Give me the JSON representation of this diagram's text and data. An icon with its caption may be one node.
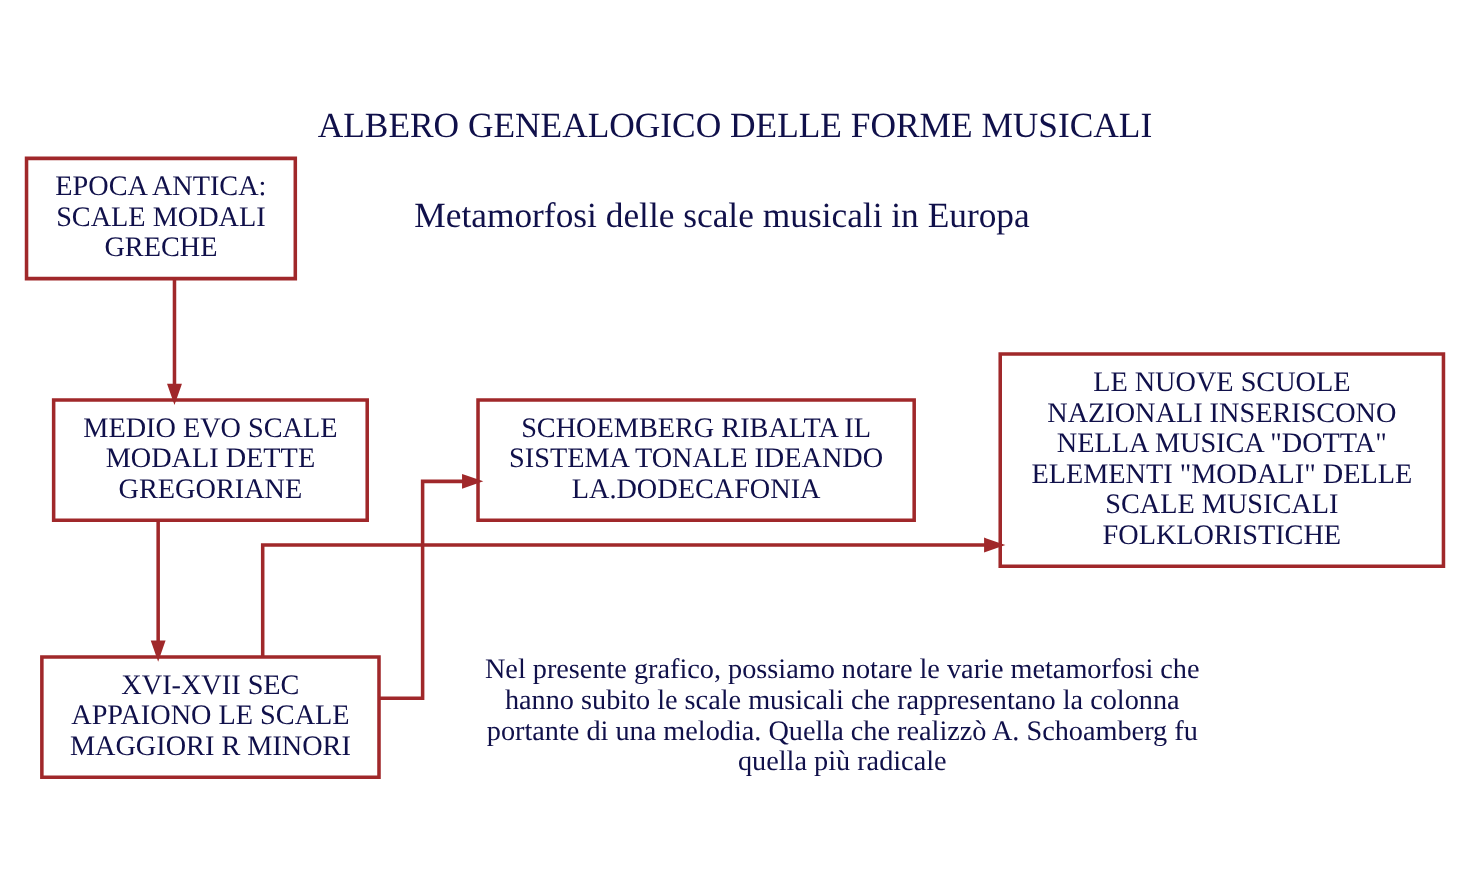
{
  "diagram": {
    "title": "ALBERO GENEALOGICO DELLE FORME MUSICALI",
    "nodes": [
      {
        "text": [
          "EPOCA ANTICA: SCALE MODALI GRECHE"
        ]
      },
      {
        "text": [
          "MEDIO EVO SCALE MODALI DETTE GREGORIANE"
        ]
      },
      {
        "text": [
          "XVI-XVII SEC APPAIONO LE SCALE MAGGIORI R MINORI"
        ]
      },
      {
        "text": [
          "SCHOEMBERG RIBALTA IL SISTEMA TONALE IDEANDO LA.DODECAFONIA"
        ]
      },
      {
        "text": [
          "LE NUOVE SCUOLE NAZIONALI INSERISCONO NELLA MUSICA \"DOTTA\" ELEMENTI \"MODALI\" DELLE SCALE MUSICALI FOLKLORISTICHE"
        ]
      }
    ],
    "edges": [
      {
        "from": 0,
        "to": 1,
        "arrow": "to"
      },
      {
        "from": 1,
        "to": 2,
        "arrow": "to"
      },
      {
        "from": 2,
        "to": 3,
        "arrow": "to"
      },
      {
        "from": 2,
        "to": 4,
        "arrow": "to"
      }
    ],
    "labels": [
      "Metamorfosi delle scale musicali in Europa",
      "Nel presente grafico, possiamo notare le varie metamorfosi che hanno subito le scale musicali che rappresentano la colonna portante di una melodia. Quella che realizzò A. Schoamberg fu quella più radicale"
    ]
  }
}
